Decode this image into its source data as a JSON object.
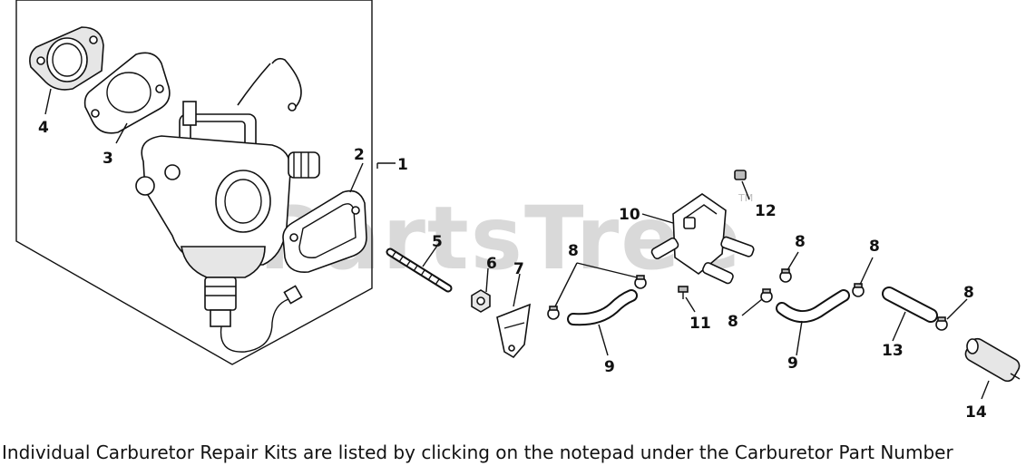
{
  "watermark": {
    "text": "PartsTree",
    "tm": "TM"
  },
  "callouts": {
    "c1": "1",
    "c2": "2",
    "c3": "3",
    "c4": "4",
    "c5": "5",
    "c6": "6",
    "c7": "7",
    "c8a": "8",
    "c8b": "8",
    "c8c": "8",
    "c8d": "8",
    "c8e": "8",
    "c9a": "9",
    "c9b": "9",
    "c10": "10",
    "c11": "11",
    "c12": "12",
    "c13": "13",
    "c14": "14"
  },
  "caption": "Individual Carburetor Repair Kits are listed by clicking on the notepad under the Carburetor Part Number"
}
